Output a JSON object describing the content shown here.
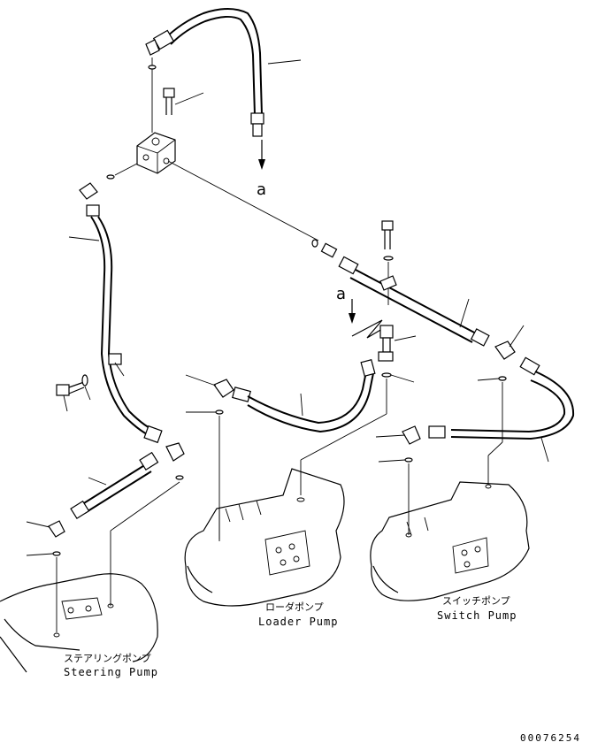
{
  "reference_labels": [
    "a",
    "a"
  ],
  "pumps": [
    {
      "name_jp": "ローダポンプ",
      "name_en": "Loader Pump"
    },
    {
      "name_jp": "スイッチポンプ",
      "name_en": "Switch Pump"
    },
    {
      "name_jp": "ステアリングポンプ",
      "name_en": "Steering Pump"
    }
  ],
  "drawing_number": "00076254"
}
